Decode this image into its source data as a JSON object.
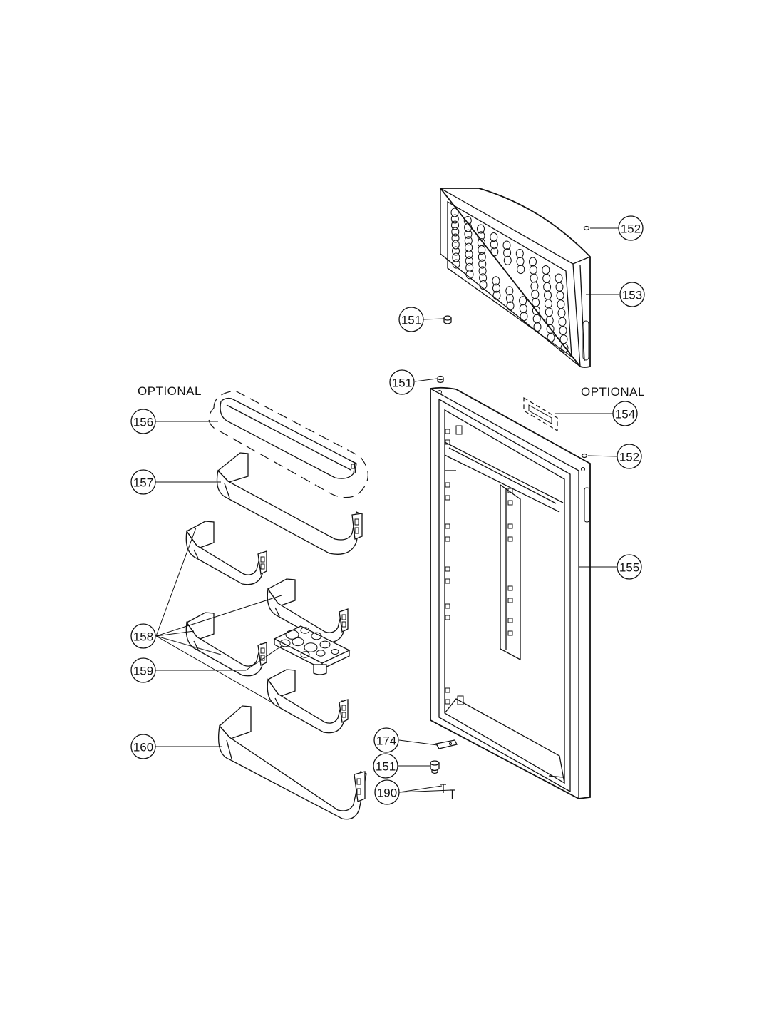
{
  "labels": {
    "optional_left": "OPTIONAL",
    "optional_right": "OPTIONAL"
  },
  "callouts": [
    {
      "id": "152a",
      "text": "152"
    },
    {
      "id": "153",
      "text": "153"
    },
    {
      "id": "151a",
      "text": "151"
    },
    {
      "id": "151b",
      "text": "151"
    },
    {
      "id": "154",
      "text": "154"
    },
    {
      "id": "152b",
      "text": "152"
    },
    {
      "id": "155",
      "text": "155"
    },
    {
      "id": "156",
      "text": "156"
    },
    {
      "id": "157",
      "text": "157"
    },
    {
      "id": "158",
      "text": "158"
    },
    {
      "id": "159",
      "text": "159"
    },
    {
      "id": "160",
      "text": "160"
    },
    {
      "id": "174",
      "text": "174"
    },
    {
      "id": "151c",
      "text": "151"
    },
    {
      "id": "190",
      "text": "190"
    }
  ]
}
